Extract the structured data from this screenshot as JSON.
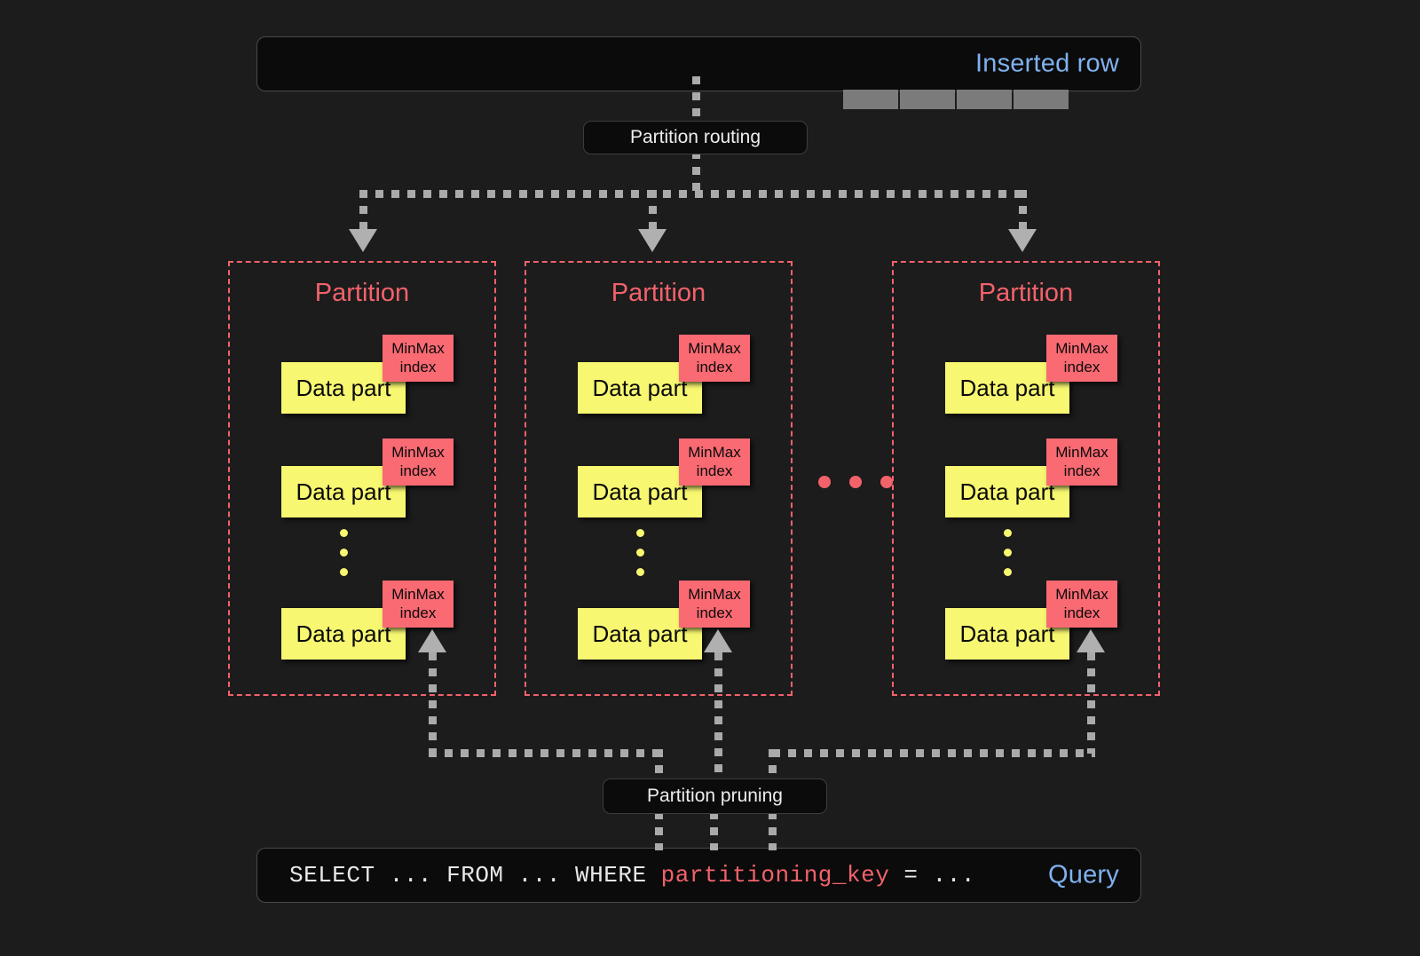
{
  "diagram": {
    "title": "ClickHouse partitioning: insert routing and partition pruning",
    "background_color": "#1c1c1c"
  },
  "top_bar": {
    "label": "Inserted row",
    "label_color": "#7fb2f0",
    "cell_count": 4,
    "cell_color": "#7b7b7b"
  },
  "routing": {
    "label": "Partition routing"
  },
  "partitions": [
    {
      "title": "Partition",
      "parts": [
        {
          "data_label": "Data part",
          "index_line1": "MinMax",
          "index_line2": "index"
        },
        {
          "data_label": "Data part",
          "index_line1": "MinMax",
          "index_line2": "index"
        },
        {
          "data_label": "Data part",
          "index_line1": "MinMax",
          "index_line2": "index"
        }
      ],
      "ellipsis": "⋮"
    },
    {
      "title": "Partition",
      "parts": [
        {
          "data_label": "Data part",
          "index_line1": "MinMax",
          "index_line2": "index"
        },
        {
          "data_label": "Data part",
          "index_line1": "MinMax",
          "index_line2": "index"
        },
        {
          "data_label": "Data part",
          "index_line1": "MinMax",
          "index_line2": "index"
        }
      ],
      "ellipsis": "⋮"
    },
    {
      "title": "Partition",
      "parts": [
        {
          "data_label": "Data part",
          "index_line1": "MinMax",
          "index_line2": "index"
        },
        {
          "data_label": "Data part",
          "index_line1": "MinMax",
          "index_line2": "index"
        },
        {
          "data_label": "Data part",
          "index_line1": "MinMax",
          "index_line2": "index"
        }
      ],
      "ellipsis": "⋮"
    }
  ],
  "between_partitions_ellipsis": "⋯",
  "pruning": {
    "label": "Partition pruning"
  },
  "bottom_bar": {
    "label": "Query",
    "label_color": "#7fb2f0",
    "query_prefix": "SELECT ... FROM ... WHERE ",
    "query_keyword": "partitioning_key",
    "query_suffix": " = ...",
    "keyword_color": "#f2626b"
  },
  "colors": {
    "partition_border": "#f2626b",
    "partition_title": "#f2626b",
    "data_part_fill": "#f7f771",
    "minmax_fill": "#fa6a73",
    "connector": "#aaaaaa",
    "arrow": "#b0b0b0"
  }
}
